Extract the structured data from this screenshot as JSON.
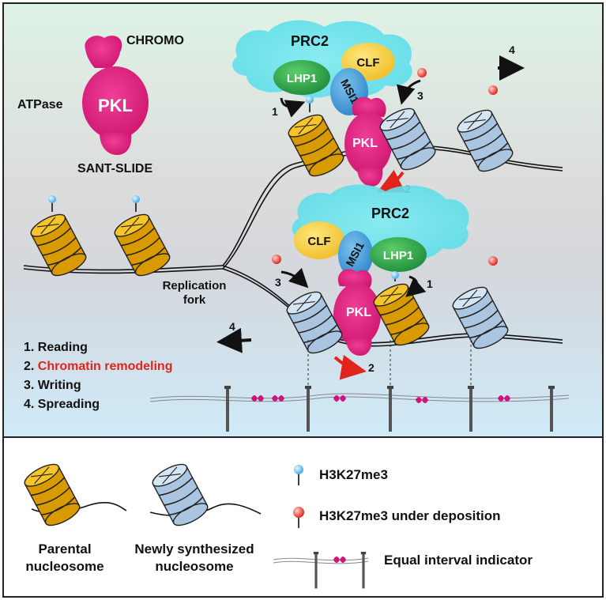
{
  "domain_kind": "biology-mechanism-diagram",
  "pkl_diagram": {
    "protein": "PKL",
    "domains": {
      "top": "CHROMO",
      "left": "ATPase",
      "bottom": "SANT-SLIDE"
    }
  },
  "complex_top": {
    "name": "PRC2",
    "subunits": [
      "LHP1",
      "CLF",
      "MSI1"
    ],
    "remodeler": "PKL"
  },
  "complex_bottom": {
    "name": "PRC2",
    "subunits": [
      "CLF",
      "MSI1",
      "LHP1"
    ],
    "remodeler": "PKL"
  },
  "fork_label": [
    "Replication",
    "fork"
  ],
  "step_numbers": {
    "one": "1",
    "two": "2",
    "three": "3",
    "four": "4"
  },
  "steps": [
    {
      "num": "1.",
      "label": "Reading",
      "color": "#111111"
    },
    {
      "num": "2.",
      "label": "Chromatin remodeling",
      "color": "#e0241b"
    },
    {
      "num": "3.",
      "label": "Writing",
      "color": "#111111"
    },
    {
      "num": "4.",
      "label": "Spreading",
      "color": "#111111"
    }
  ],
  "legend": {
    "parental": [
      "Parental",
      "nucleosome"
    ],
    "newly": [
      "Newly synthesized",
      "nucleosome"
    ],
    "h3k27me3": "H3K27me3",
    "deposition": "H3K27me3 under deposition",
    "interval": "Equal interval indicator"
  },
  "colors": {
    "parental_nucleosome": "#f2b705",
    "new_nucleosome": "#b9d3ea",
    "pkl": "#e2207f",
    "prc2_cloud": "#52e4ee",
    "lhp1": "#2fa84a",
    "clf": "#f5d44a",
    "msi1": "#4da6e0",
    "h3k27me3_mark": "#5cc6f0",
    "deposition_mark": "#e8231f",
    "remodel_arrow": "#e0241b"
  }
}
